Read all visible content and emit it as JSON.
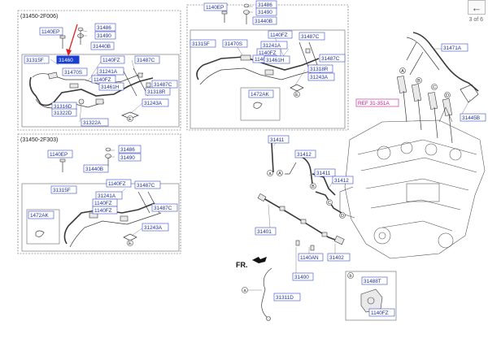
{
  "ui": {
    "back_icon": "arrow-left-icon",
    "back_glyph": "←",
    "page_indicator": "3 of 6"
  },
  "colors": {
    "callout": "#1f2f9a",
    "highlight": "#1a3fd0",
    "reference": "#c4168f",
    "arrow": "#e02020"
  },
  "panels": {
    "top_left": {
      "header": "(31450-2F006)"
    },
    "bottom_left": {
      "header": "(31450-2F303)"
    }
  },
  "labels": {
    "tl_1140EP": "1140EP",
    "tl_31486": "31486",
    "tl_31490": "31490",
    "tl_31440B": "31440B",
    "tl_31315F": "31315F",
    "tl_31460": "31460",
    "tl_1140FZ_a": "1140FZ",
    "tl_31487C_a": "31487C",
    "tl_31470S": "31470S",
    "tl_31241A": "31241A",
    "tl_1140FZ_b": "1140FZ",
    "tl_31461H": "31461H",
    "tl_31487C_b": "31487C",
    "tl_31318R": "31318R",
    "tl_31243A": "31243A",
    "tl_31316D": "31316D",
    "tl_31322D": "31322D",
    "tl_31322A": "31322A",
    "tm_1140EP": "1140EP",
    "tm_31486": "31486",
    "tm_31490": "31490",
    "tm_31440B": "31440B",
    "tm_1140FZ_a": "1140FZ",
    "tm_31487C_a": "31487C",
    "tm_31315F": "31315F",
    "tm_31470S": "31470S",
    "tm_31241A": "31241A",
    "tm_1140FZ_b": "1140FZ",
    "tm_1140FZ_c": "1140FZ",
    "tm_31461H": "31461H",
    "tm_31487C_b": "31487C",
    "tm_31318R": "31318R",
    "tm_31243A": "31243A",
    "tm_1472AK": "1472AK",
    "bl_1140EP": "1140EP",
    "bl_31486": "31486",
    "bl_31490": "31490",
    "bl_31440B": "31440B",
    "bl_1140FZ_a": "1140FZ",
    "bl_31487C_a": "31487C",
    "bl_31315F": "31315F",
    "bl_31241A": "31241A",
    "bl_1140FZ_b": "1140FZ",
    "bl_1140FZ_c": "1140FZ",
    "bl_31487C_b": "31487C",
    "bl_1472AK": "1472AK",
    "bl_31243A": "31243A",
    "r_31471A": "31471A",
    "r_31445B": "31445B",
    "r_ref": "REF 31-351A",
    "r_31411_a": "31411",
    "r_31412_a": "31412",
    "r_31411_b": "31411",
    "r_31412_b": "31412",
    "r_31401": "31401",
    "r_1140AN": "1140AN",
    "r_31402": "31402",
    "r_31400": "31400",
    "r_31311D": "31311D",
    "r_31488T": "31488T",
    "r_1140FZ": "1140FZ",
    "fr": "FR.",
    "c_A": "A",
    "c_B": "B",
    "c_C": "C",
    "c_D": "D",
    "c_E": "E",
    "c_a": "a",
    "c_b": "b"
  }
}
